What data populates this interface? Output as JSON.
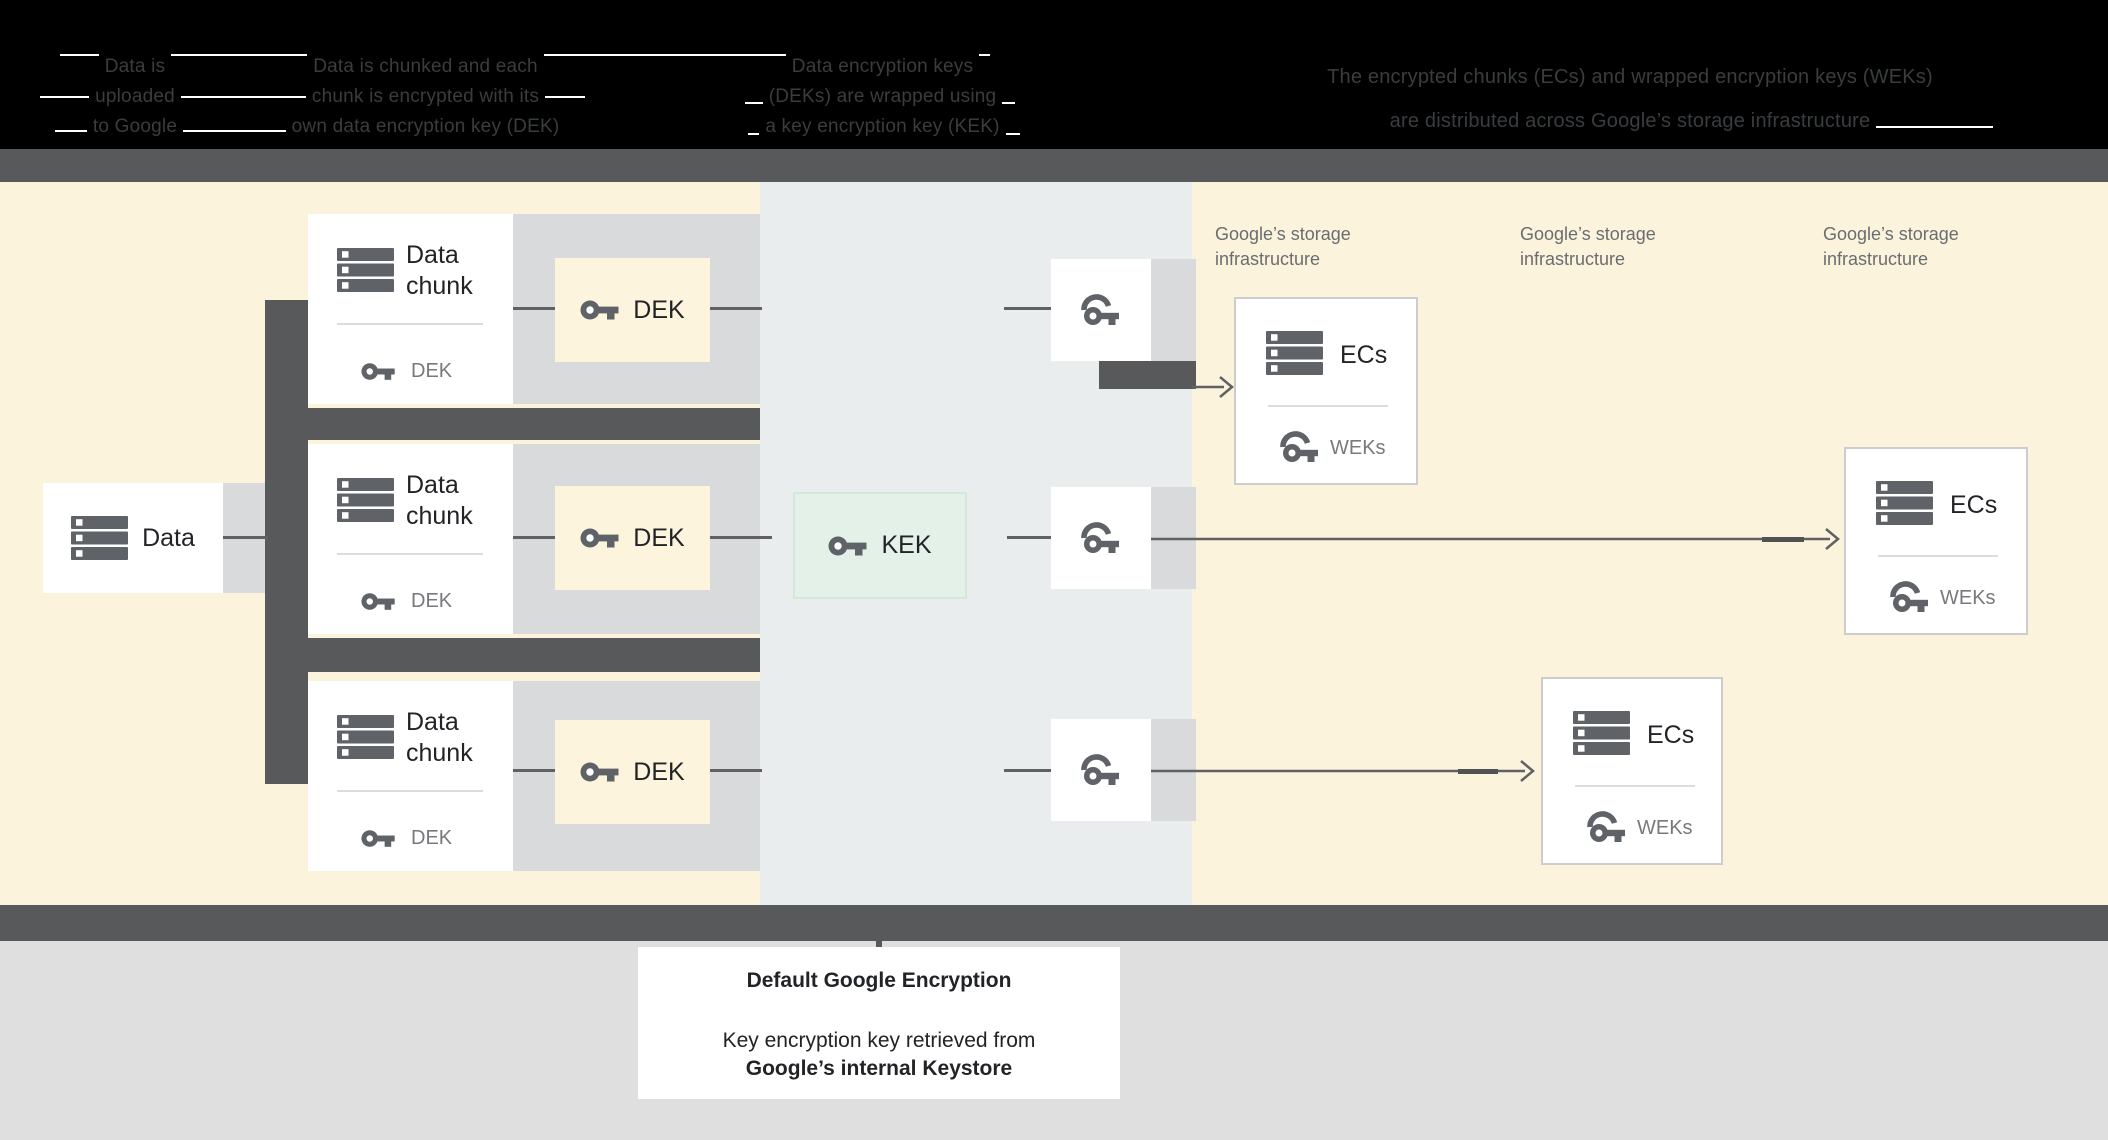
{
  "header": {
    "steps": [
      {
        "lines": [
          "Data is",
          "uploaded",
          "to Google"
        ]
      },
      {
        "lines": [
          "Data is chunked and each",
          "chunk is encrypted with its",
          "own data encryption key (DEK)"
        ]
      },
      {
        "lines": [
          "Data encryption keys",
          "(DEKs) are wrapped using",
          "a key encryption key (KEK)"
        ]
      },
      {
        "lines": [
          "The encrypted chunks (ECs) and wrapped encryption keys (WEKs)",
          "are distributed across Google’s storage infrastructure"
        ]
      }
    ]
  },
  "diagram": {
    "data_box": {
      "label": "Data"
    },
    "chunk_boxes": [
      {
        "label": "Data chunk",
        "key_label": "DEK"
      },
      {
        "label": "Data chunk",
        "key_label": "DEK"
      },
      {
        "label": "Data chunk",
        "key_label": "DEK"
      }
    ],
    "dek_boxes": [
      {
        "label": "DEK"
      },
      {
        "label": "DEK"
      },
      {
        "label": "DEK"
      }
    ],
    "kek_box": {
      "label": "KEK"
    },
    "storage_labels": [
      {
        "line1": "Google’s storage",
        "line2": "infrastructure"
      },
      {
        "line1": "Google’s storage",
        "line2": "infrastructure"
      },
      {
        "line1": "Google’s storage",
        "line2": "infrastructure"
      }
    ],
    "ec_boxes": [
      {
        "label": "ECs",
        "key_label": "WEKs"
      },
      {
        "label": "ECs",
        "key_label": "WEKs"
      },
      {
        "label": "ECs",
        "key_label": "WEKs"
      }
    ]
  },
  "caption": {
    "title": "Default Google Encryption",
    "line2": "Key encryption key retrieved from",
    "line3": "Google’s internal Keystore"
  },
  "colors": {
    "background_yellow": "#fcf3dd",
    "background_middle": "#e9edee",
    "band_gray": "#d9dadb",
    "bar_dark": "#58595a",
    "dek_fill": "#fdf4dd",
    "kek_fill": "#e3f1e9",
    "kek_border": "#d3e8da",
    "icon_gray": "#5f6368",
    "connector_gray": "#5f6163",
    "small_label_gray": "#77797c",
    "storage_label_gray": "#6a6d70",
    "text_dark": "#212326",
    "header_text_gray": "#3a3d40",
    "bottom_background": "#dfdfdf"
  }
}
